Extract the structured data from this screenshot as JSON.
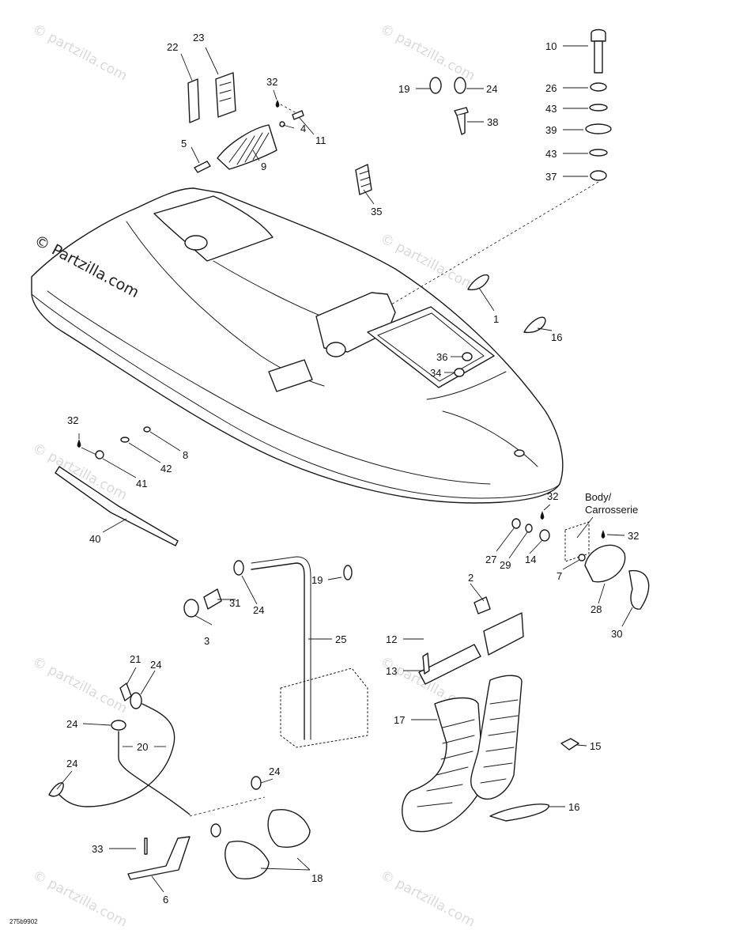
{
  "diagram": {
    "part_numbers": {
      "p1": "1",
      "p2": "2",
      "p3": "3",
      "p4": "4",
      "p5": "5",
      "p6": "6",
      "p7": "7",
      "p8": "8",
      "p9": "9",
      "p10": "10",
      "p11": "11",
      "p12": "12",
      "p13": "13",
      "p14": "14",
      "p15": "15",
      "p16": "16",
      "p17": "17",
      "p18": "18",
      "p19": "19",
      "p20": "20",
      "p21": "21",
      "p22": "22",
      "p23": "23",
      "p24": "24",
      "p25": "25",
      "p26": "26",
      "p27": "27",
      "p28": "28",
      "p29": "29",
      "p30": "30",
      "p31": "31",
      "p32": "32",
      "p33": "33",
      "p34": "34",
      "p35": "35",
      "p36": "36",
      "p37": "37",
      "p38": "38",
      "p39": "39",
      "p40": "40",
      "p41": "41",
      "p42": "42",
      "p43": "43"
    },
    "body_label_line1": "Body/",
    "body_label_line2": "Carrosserie",
    "reference_code": "275b9902",
    "watermark": "© Partzilla.com",
    "watermark_light": "© partzilla.com"
  }
}
